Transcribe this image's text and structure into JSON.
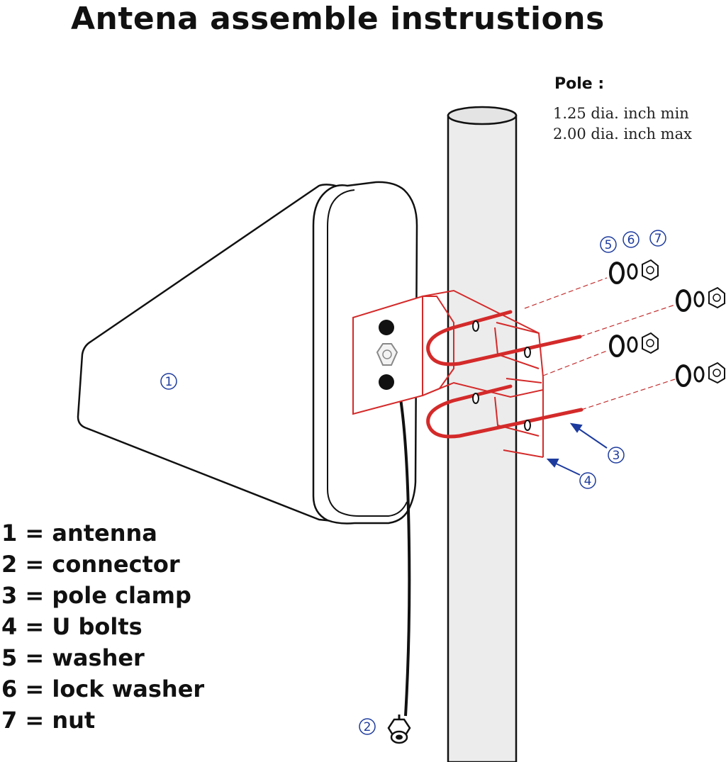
{
  "title": "Antena assemble instrustions",
  "pole": {
    "label": "Pole :",
    "min": "1.25 dia. inch min",
    "max": "2.00 dia. inch max"
  },
  "callouts": {
    "antenna": "1",
    "connector": "2",
    "pole_clamp": "3",
    "u_bolts": "4",
    "washer": "5",
    "lock_washer": "6",
    "nut": "7"
  },
  "legend": [
    "1 = antenna",
    "2 = connector",
    "3 = pole clamp",
    "4 = U bolts",
    "5 = washer",
    "6 = lock washer",
    "7 = nut"
  ],
  "colors": {
    "clamp": "#d42a2a",
    "callout": "#1d3b9e",
    "outline": "#111111",
    "pole_fill": "#ececec"
  }
}
